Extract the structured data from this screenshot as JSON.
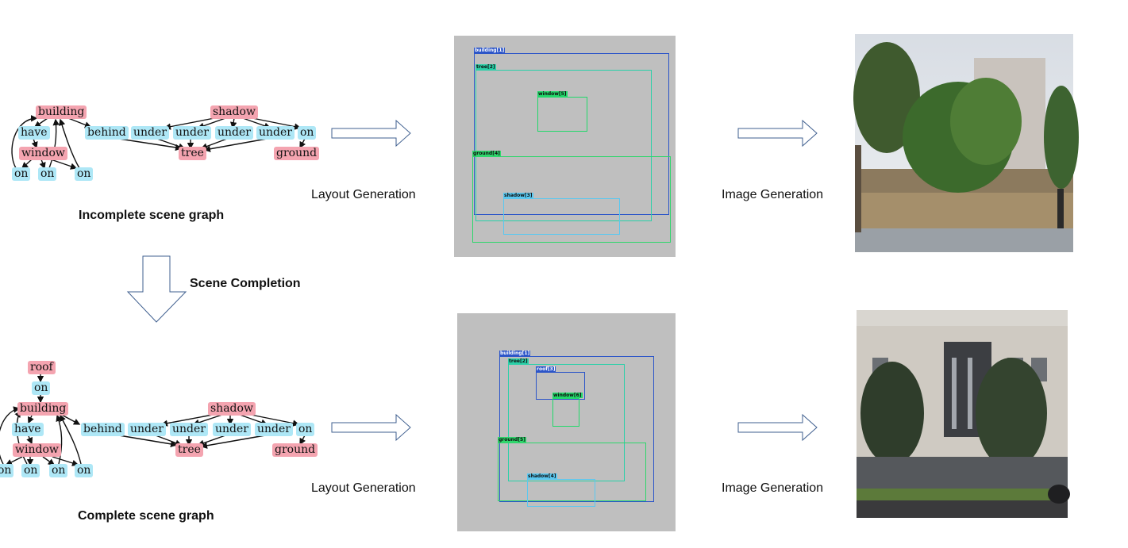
{
  "top_graph": {
    "caption": "Incomplete scene graph",
    "objects": {
      "building": "building",
      "window": "window",
      "shadow": "shadow",
      "tree": "tree",
      "ground": "ground"
    },
    "relations": {
      "have": "have",
      "behind": "behind",
      "under1": "under",
      "under2": "under",
      "under3": "under",
      "under4": "under",
      "on_ground": "on",
      "on1": "on",
      "on2": "on",
      "on3": "on"
    }
  },
  "bottom_graph": {
    "caption": "Complete scene graph",
    "objects": {
      "roof": "roof",
      "building": "building",
      "window": "window",
      "shadow": "shadow",
      "tree": "tree",
      "ground": "ground"
    },
    "relations": {
      "on_roof": "on",
      "have": "have",
      "behind": "behind",
      "under1": "under",
      "under2": "under",
      "under3": "under",
      "under4": "under",
      "on_ground": "on",
      "on0": "on",
      "on1": "on",
      "on2": "on",
      "on3": "on"
    }
  },
  "scene_completion_label": "Scene Completion",
  "layout_generation_label": "Layout Generation",
  "image_generation_label": "Image Generation",
  "top_layout": {
    "boxes": {
      "building": {
        "label": "building[1]",
        "color": "#2c55c8"
      },
      "tree": {
        "label": "tree[2]",
        "color": "#2ad0a8"
      },
      "window": {
        "label": "window[5]",
        "color": "#22d86a"
      },
      "ground": {
        "label": "ground[4]",
        "color": "#2fd66c"
      },
      "shadow": {
        "label": "shadow[3]",
        "color": "#5ac8f0"
      }
    }
  },
  "bottom_layout": {
    "boxes": {
      "building": {
        "label": "building[1]",
        "color": "#2c55c8"
      },
      "tree": {
        "label": "tree[2]",
        "color": "#2ad0a8"
      },
      "roof": {
        "label": "roof[3]",
        "color": "#2c55c8"
      },
      "window": {
        "label": "window[6]",
        "color": "#22d86a"
      },
      "ground": {
        "label": "ground[5]",
        "color": "#2fd66c"
      },
      "shadow": {
        "label": "shadow[4]",
        "color": "#5ac8f0"
      }
    }
  },
  "colors": {
    "object": "#f4a4b0",
    "relation": "#aee7f6",
    "layout_bg": "#bfbfbf",
    "arrow_outline": "#3f5f8f"
  }
}
